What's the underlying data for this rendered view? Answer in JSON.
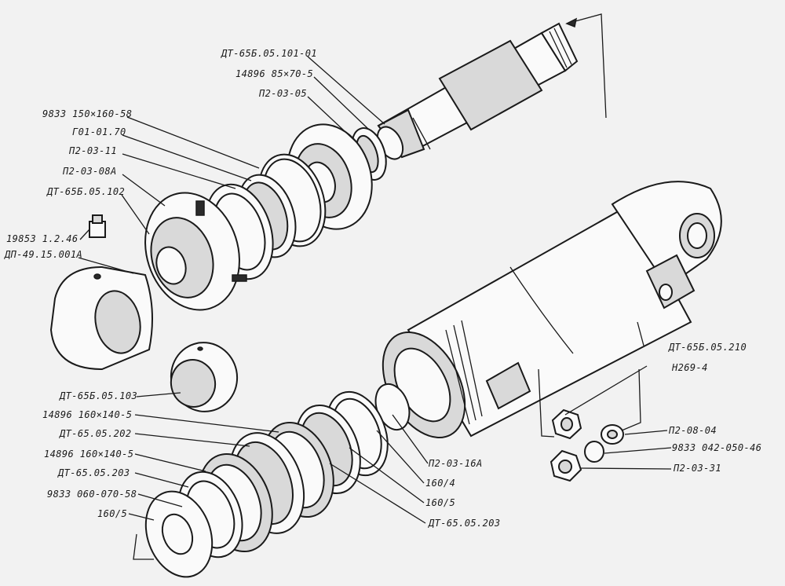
{
  "diagram": {
    "labels": {
      "rod_part": "ДТ-65Б.05.101-01",
      "rod_seal": "14896 85×70-5",
      "rod_ring": "П2-03-05",
      "oring_head": "9833 150×160-58",
      "guide_sleeve": "Г01-01.70",
      "head_ring": "П2-03-11",
      "head_ring_b": "П2-03-08А",
      "head_nut": "ДТ-65Б.05.102",
      "grease_fitting": "19853 1.2.46",
      "eye_bracket": "ДП-49.15.001А",
      "bushing": "ДТ-65Б.05.103",
      "piston_seal_1": "14896 160×140-5",
      "piston_part": "ДТ-65.05.202",
      "piston_seal_2": "14896 160×140-5",
      "piston_plate": "ДТ-65.05.203",
      "piston_oring": "9833 060-070-58",
      "washer_left": "160/5",
      "cylinder": "ДТ-65Б.05.210",
      "nut": "Н269-4",
      "retaining_ring": "П2-03-16А",
      "ring_160_4": "160/4",
      "ring_160_5": "160/5",
      "piston_plate_2": "ДТ-65.05.203",
      "plug": "П2-08-04",
      "oring_small": "9833 042-050-46",
      "fitting_nut": "П2-03-31"
    }
  }
}
